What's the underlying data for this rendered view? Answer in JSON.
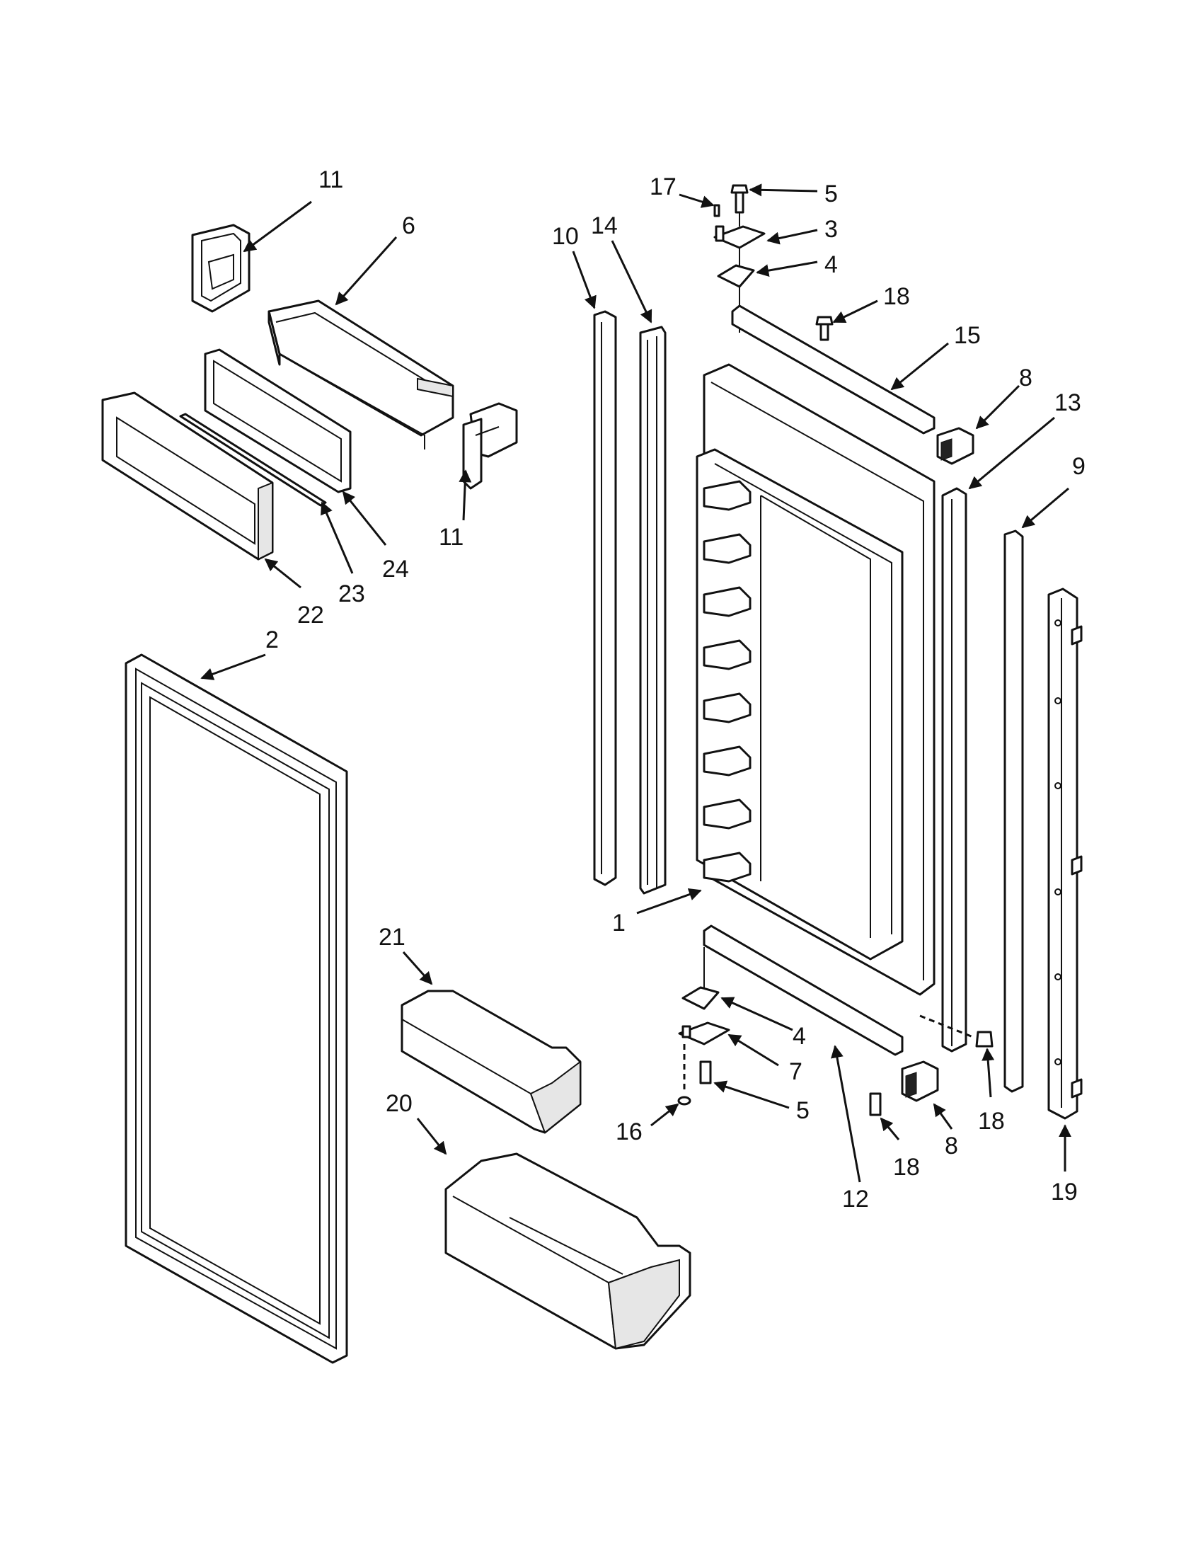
{
  "callouts": [
    {
      "id": "c11a",
      "text": "11"
    },
    {
      "id": "c6",
      "text": "6"
    },
    {
      "id": "c24",
      "text": "24"
    },
    {
      "id": "c23",
      "text": "23"
    },
    {
      "id": "c22",
      "text": "22"
    },
    {
      "id": "c11b",
      "text": "11"
    },
    {
      "id": "c2",
      "text": "2"
    },
    {
      "id": "c21",
      "text": "21"
    },
    {
      "id": "c20",
      "text": "20"
    },
    {
      "id": "c10",
      "text": "10"
    },
    {
      "id": "c14",
      "text": "14"
    },
    {
      "id": "c17",
      "text": "17"
    },
    {
      "id": "c5a",
      "text": "5"
    },
    {
      "id": "c3",
      "text": "3"
    },
    {
      "id": "c4a",
      "text": "4"
    },
    {
      "id": "c18a",
      "text": "18"
    },
    {
      "id": "c15",
      "text": "15"
    },
    {
      "id": "c8a",
      "text": "8"
    },
    {
      "id": "c13",
      "text": "13"
    },
    {
      "id": "c9",
      "text": "9"
    },
    {
      "id": "c1",
      "text": "1"
    },
    {
      "id": "c4b",
      "text": "4"
    },
    {
      "id": "c7",
      "text": "7"
    },
    {
      "id": "c5b",
      "text": "5"
    },
    {
      "id": "c16",
      "text": "16"
    },
    {
      "id": "c18b",
      "text": "18"
    },
    {
      "id": "c12",
      "text": "12"
    },
    {
      "id": "c18c",
      "text": "18"
    },
    {
      "id": "c8b",
      "text": "8"
    },
    {
      "id": "c19",
      "text": "19"
    }
  ]
}
